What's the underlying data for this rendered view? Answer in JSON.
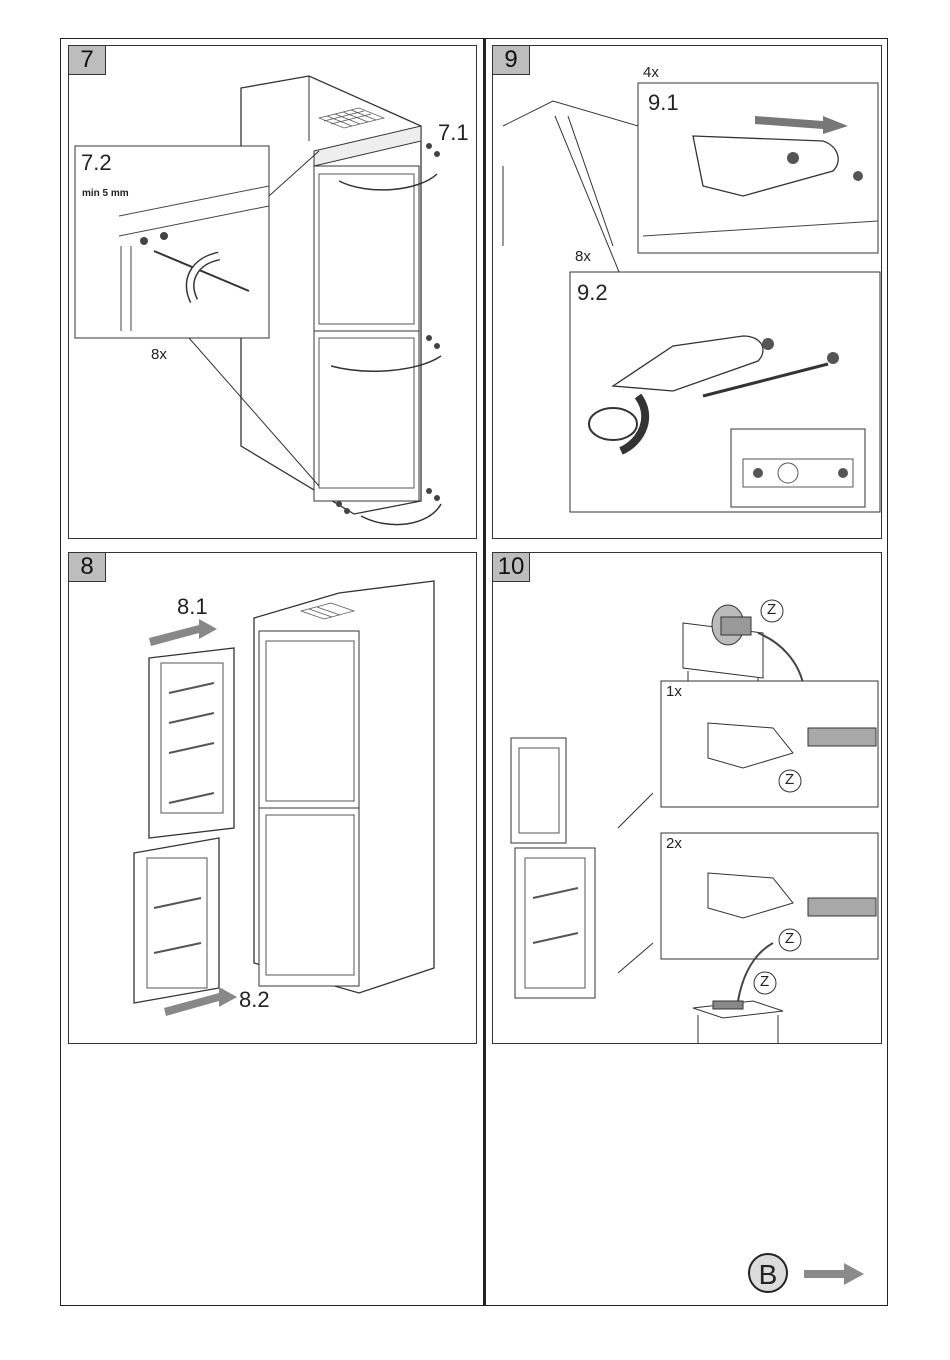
{
  "panels": {
    "p7": {
      "step": "7",
      "callout_a": "7.1",
      "callout_b": "7.2",
      "measure": "min 5 mm",
      "count": "8x"
    },
    "p8": {
      "step": "8",
      "callout_a": "8.1",
      "callout_b": "8.2"
    },
    "p9": {
      "step": "9",
      "callout_a": "9.1",
      "callout_b": "9.2",
      "count_a": "4x",
      "count_b": "8x"
    },
    "p10": {
      "step": "10",
      "count_a": "1x",
      "count_b": "2x",
      "part": "Z"
    }
  },
  "nav": {
    "letter": "B",
    "arrow_icon": "arrow-right-icon"
  },
  "colors": {
    "step_fill": "#bdbdbd",
    "arrow_fill": "#8a8a8a",
    "strip_fill": "#a8a8a8"
  }
}
